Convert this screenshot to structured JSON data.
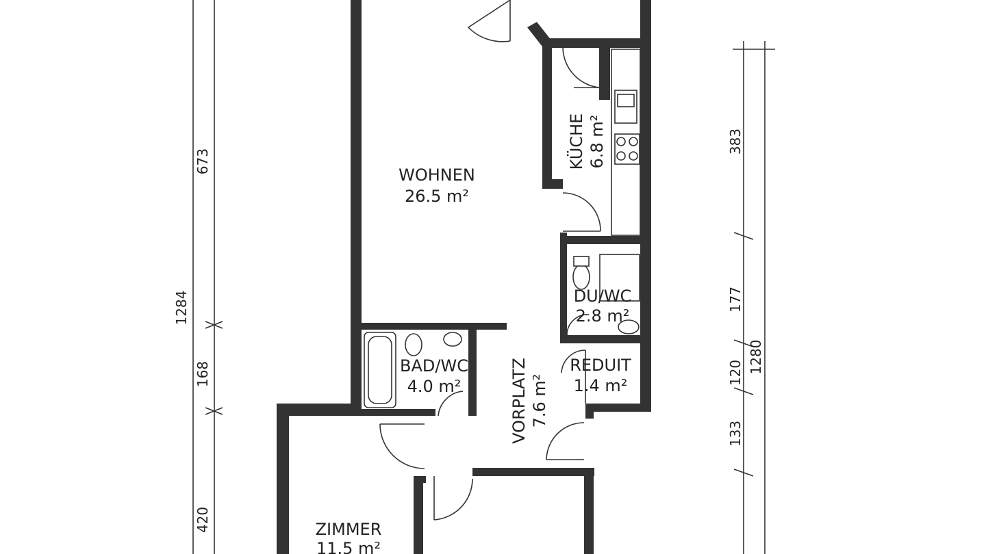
{
  "rooms": {
    "wohnen": {
      "name": "WOHNEN",
      "area": "26.5 m²"
    },
    "kueche": {
      "name": "KÜCHE",
      "area": "6.8 m²"
    },
    "du_wc": {
      "name": "DU/WC",
      "area": "2.8 m²"
    },
    "reduit": {
      "name": "REDUIT",
      "area": "1.4 m²"
    },
    "bad_wc": {
      "name": "BAD/WC",
      "area": "4.0 m²"
    },
    "vorplatz": {
      "name": "VORPLATZ",
      "area": "7.6 m²"
    },
    "zimmer": {
      "name": "ZIMMER",
      "area": "11.5 m²"
    }
  },
  "dimensions": {
    "left": {
      "total": "1284",
      "top": "673",
      "mid": "168",
      "bottom": "420"
    },
    "right": {
      "total": "1280",
      "top": "383",
      "mid1": "177",
      "mid2": "120",
      "bottom": "133"
    }
  },
  "colors": {
    "wall": "#333333",
    "text": "#222222",
    "background": "#ffffff"
  }
}
